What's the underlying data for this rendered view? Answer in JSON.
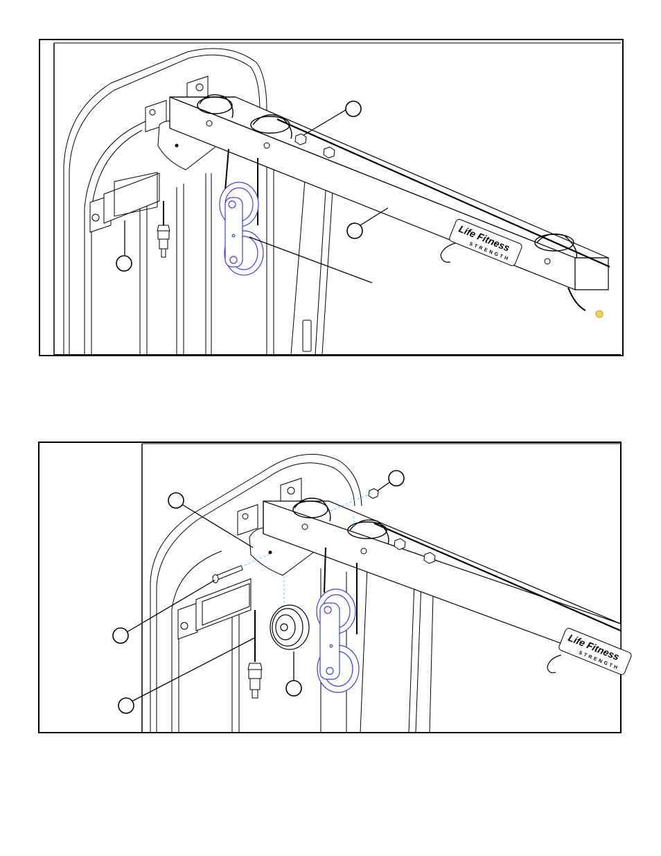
{
  "figures": [
    {
      "id": "top",
      "logo": {
        "brand": "Life Fitness",
        "sub": "STRENGTH"
      },
      "callouts": [
        "",
        "",
        ""
      ]
    },
    {
      "id": "bottom",
      "logo": {
        "brand": "Life Fitness",
        "sub": "STRENGTH"
      },
      "callouts": [
        "",
        "",
        "",
        "",
        ""
      ]
    }
  ],
  "colors": {
    "line": "#000000",
    "pulley_highlight": "#3a3aff",
    "guide_dashed": "#5ac8e8",
    "cable_end": "#f5d24a"
  },
  "icons": [
    "pulley-icon",
    "bolt-icon",
    "nut-icon",
    "hook-icon",
    "bracket-icon",
    "cable-end-icon"
  ]
}
